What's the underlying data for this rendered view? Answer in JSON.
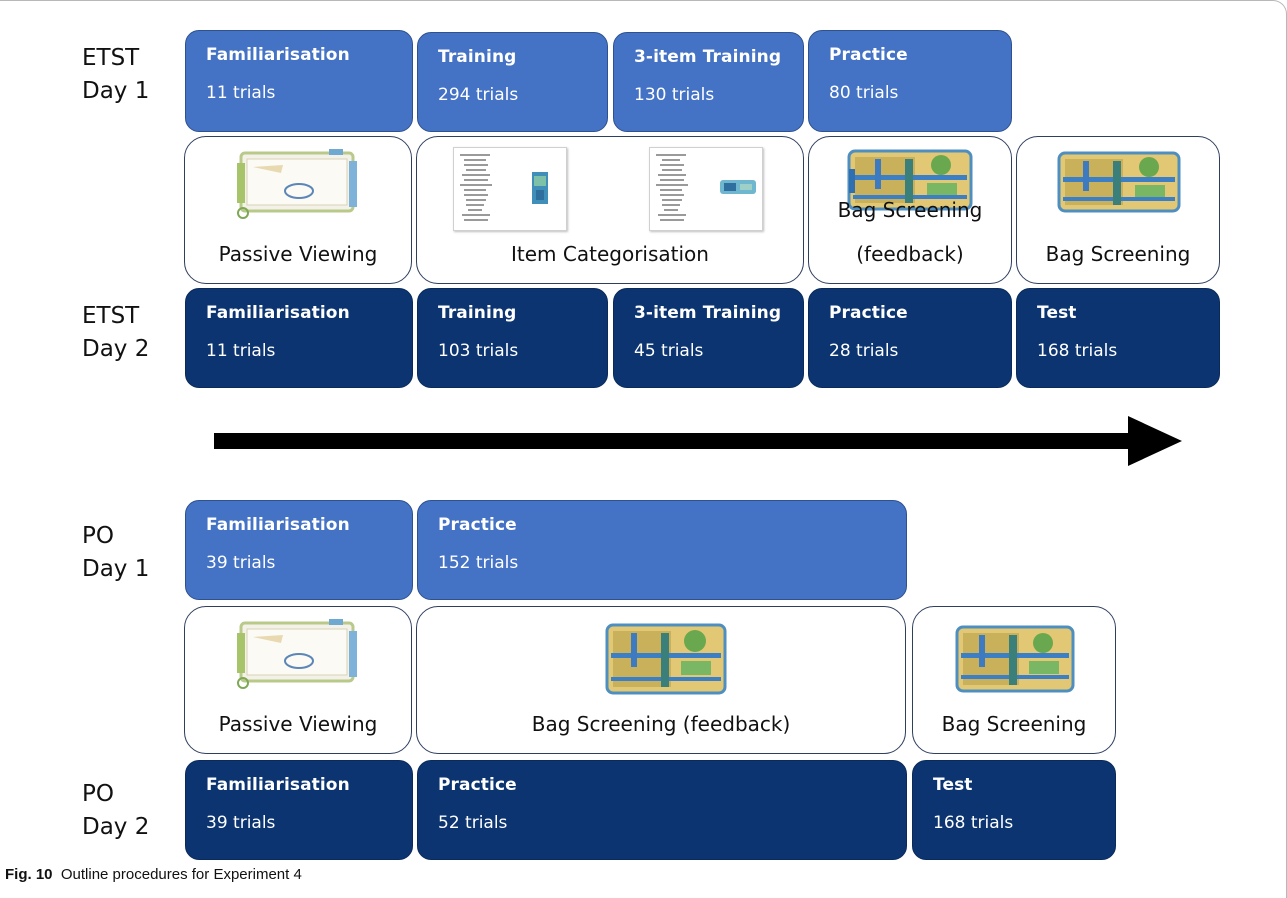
{
  "etst_day1": {
    "label_line1": "ETST",
    "label_line2": "Day 1",
    "boxes": [
      {
        "title": "Familiarisation",
        "trials": "11 trials"
      },
      {
        "title": "Training",
        "trials": "294 trials"
      },
      {
        "title": "3-item Training",
        "trials": "130 trials"
      },
      {
        "title": "Practice",
        "trials": "80 trials"
      }
    ]
  },
  "etst_panels": [
    {
      "label": "Passive Viewing"
    },
    {
      "label": "Item Categorisation"
    },
    {
      "label_line1": "Bag Screening",
      "label_line2": "(feedback)"
    },
    {
      "label": "Bag Screening"
    }
  ],
  "etst_day2": {
    "label_line1": "ETST",
    "label_line2": "Day 2",
    "boxes": [
      {
        "title": "Familiarisation",
        "trials": "11 trials"
      },
      {
        "title": "Training",
        "trials": "103 trials"
      },
      {
        "title": "3-item Training",
        "trials": "45 trials"
      },
      {
        "title": "Practice",
        "trials": "28 trials"
      },
      {
        "title": "Test",
        "trials": "168 trials"
      }
    ]
  },
  "po_day1": {
    "label_line1": "PO",
    "label_line2": "Day 1",
    "boxes": [
      {
        "title": "Familiarisation",
        "trials": "39 trials"
      },
      {
        "title": "Practice",
        "trials": "152 trials"
      }
    ]
  },
  "po_panels": [
    {
      "label": "Passive Viewing"
    },
    {
      "label": "Bag Screening (feedback)"
    },
    {
      "label": "Bag Screening"
    }
  ],
  "po_day2": {
    "label_line1": "PO",
    "label_line2": "Day 2",
    "boxes": [
      {
        "title": "Familiarisation",
        "trials": "39 trials"
      },
      {
        "title": "Practice",
        "trials": "52 trials"
      },
      {
        "title": "Test",
        "trials": "168 trials"
      }
    ]
  },
  "caption": {
    "fig": "Fig. 10",
    "text": "Outline procedures for Experiment 4"
  },
  "colors": {
    "light_box": "#4472c4",
    "dark_box": "#0b3470",
    "arrow": "#000000"
  }
}
